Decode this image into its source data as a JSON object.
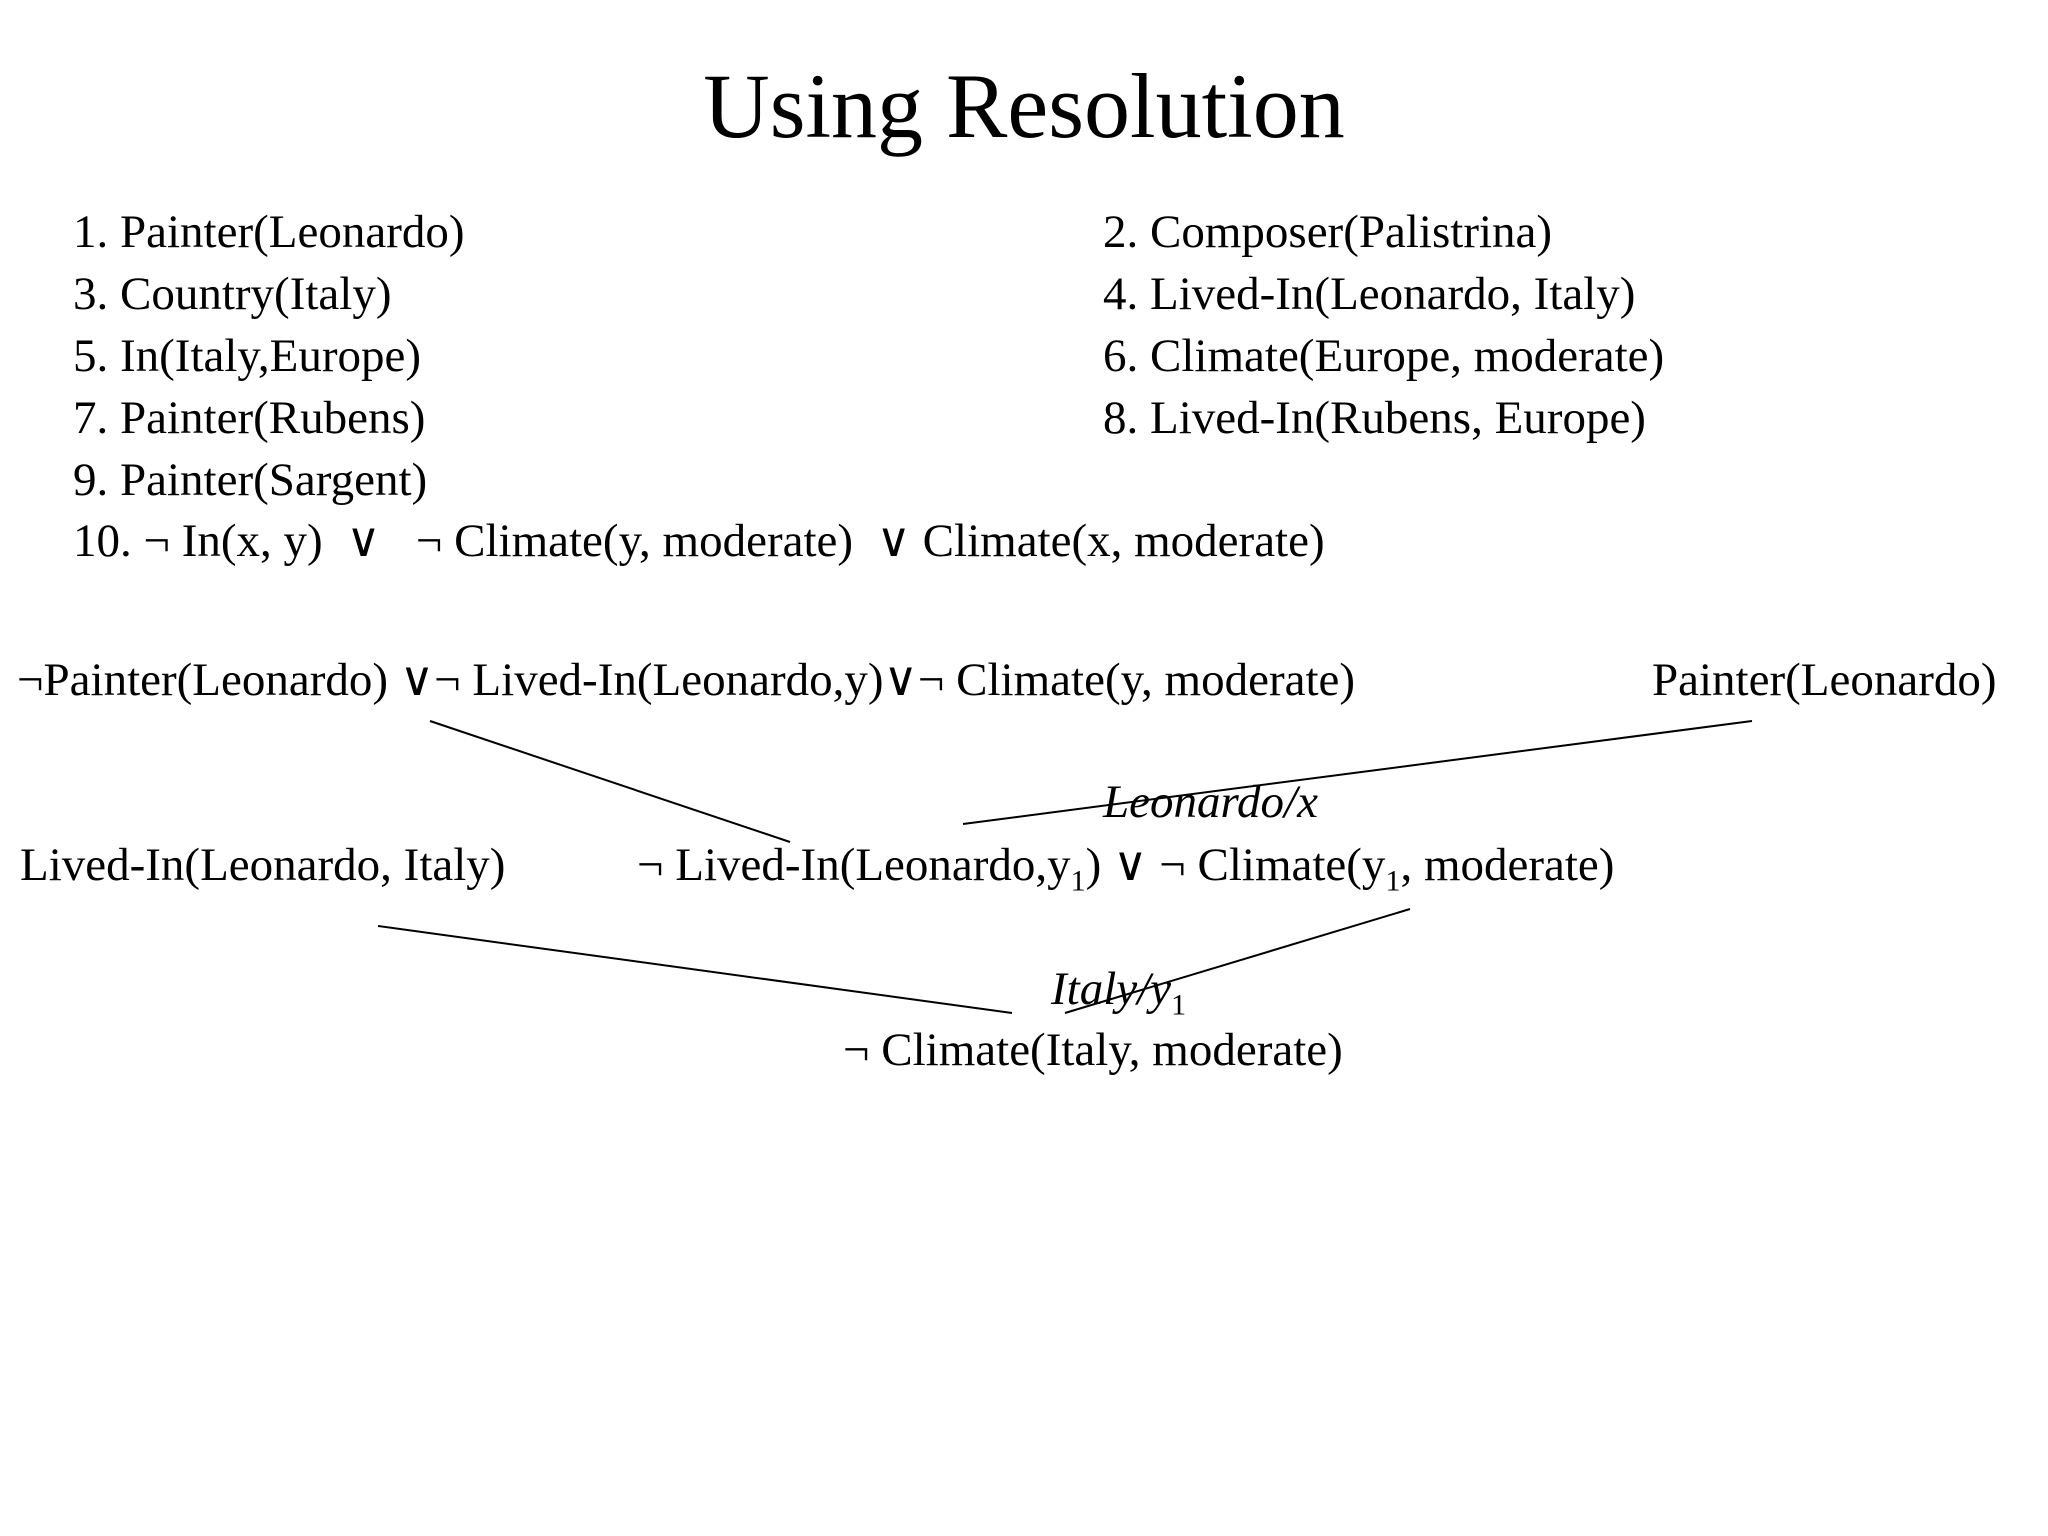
{
  "title": "Using Resolution",
  "facts": {
    "f1": "1. Painter(Leonardo)",
    "f2": "2. Composer(Palistrina)",
    "f3": "3. Country(Italy)",
    "f4": "4. Lived-In(Leonardo, Italy)",
    "f5": "5. In(Italy,Europe)",
    "f6": "6. Climate(Europe, moderate)",
    "f7": "7. Painter(Rubens)",
    "f8": "8. Lived-In(Rubens, Europe)",
    "f9": "9. Painter(Sargent)",
    "f10": "10. ¬ In(x, y)  ∨   ¬ Climate(y, moderate)  ∨ Climate(x, moderate)"
  },
  "proof": {
    "top_left_clause": "¬Painter(Leonardo) ∨¬ Lived-In(Leonardo,y)∨¬ Climate(y, moderate)",
    "top_right_clause": "Painter(Leonardo)",
    "subst1": "Leonardo/x",
    "mid_left_clause": "Lived-In(Leonardo, Italy)",
    "mid_right_part1": "¬ Lived-In(Leonardo,y",
    "mid_right_sub1": "1",
    "mid_right_part2": ") ∨ ¬ Climate(y",
    "mid_right_sub2": "1",
    "mid_right_part3": ", moderate)",
    "subst2_text": "Italy/y",
    "subst2_sub": "1",
    "final_clause": "¬ Climate(Italy, moderate)"
  }
}
